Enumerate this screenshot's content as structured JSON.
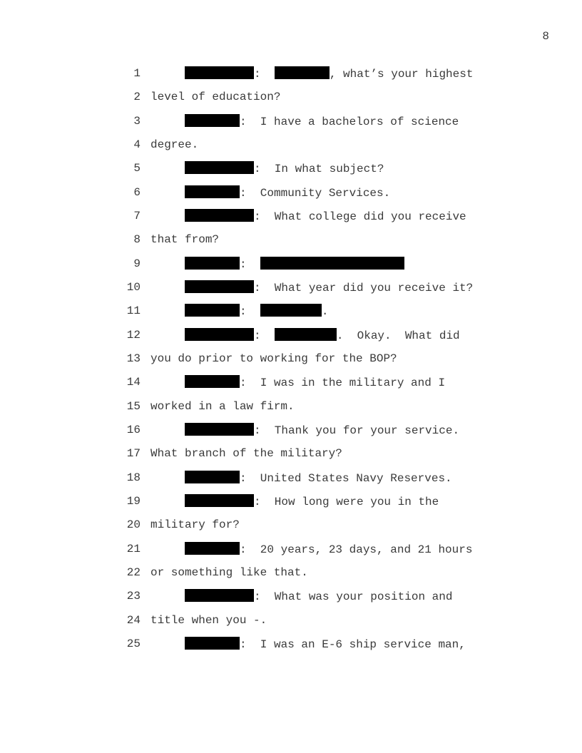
{
  "page_number": "8",
  "lines": [
    {
      "n": "1",
      "a": ":  ",
      "b": ", what’s your highest"
    },
    {
      "n": "2",
      "a": "level of education?"
    },
    {
      "n": "3",
      "a": ":  I have a bachelors of science"
    },
    {
      "n": "4",
      "a": "degree."
    },
    {
      "n": "5",
      "a": ":  In what subject?"
    },
    {
      "n": "6",
      "a": ":  Community Services."
    },
    {
      "n": "7",
      "a": ":  What college did you receive"
    },
    {
      "n": "8",
      "a": "that from?"
    },
    {
      "n": "9",
      "a": ":  "
    },
    {
      "n": "10",
      "a": ":  What year did you receive it?"
    },
    {
      "n": "11",
      "a": ":  ",
      "b": "."
    },
    {
      "n": "12",
      "a": ":  ",
      "b": ".  Okay.  What did"
    },
    {
      "n": "13",
      "a": "you do prior to working for the BOP?"
    },
    {
      "n": "14",
      "a": ":  I was in the military and I"
    },
    {
      "n": "15",
      "a": "worked in a law firm."
    },
    {
      "n": "16",
      "a": ":  Thank you for your service."
    },
    {
      "n": "17",
      "a": "What branch of the military?"
    },
    {
      "n": "18",
      "a": ":  United States Navy Reserves."
    },
    {
      "n": "19",
      "a": ":  How long were you in the"
    },
    {
      "n": "20",
      "a": "military for?"
    },
    {
      "n": "21",
      "a": ":  20 years, 23 days, and 21 hours"
    },
    {
      "n": "22",
      "a": "or something like that."
    },
    {
      "n": "23",
      "a": ":  What was your position and"
    },
    {
      "n": "24",
      "a": "title when you -."
    },
    {
      "n": "25",
      "a": ":  I was an E-6 ship service man,"
    }
  ]
}
